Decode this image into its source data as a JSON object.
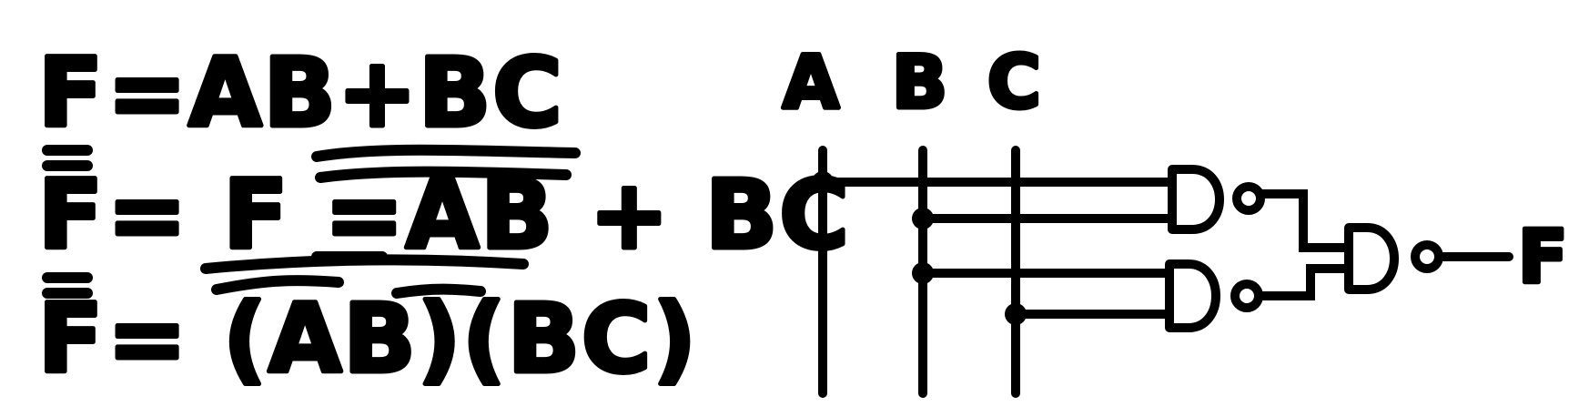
{
  "equations": {
    "line1": {
      "lhs": "F",
      "rhs": "=AB+BC"
    },
    "line2": {
      "lhs": "F",
      "rhs": "= F =AB + BC"
    },
    "line3": {
      "lhs": "F",
      "rhs": "= (AB)(BC)"
    }
  },
  "circuit": {
    "inputs": [
      "A",
      "B",
      "C"
    ],
    "output": "F",
    "gates": [
      "nand-gate-top",
      "nand-gate-bottom",
      "nand-gate-output"
    ]
  },
  "colors": {
    "ink": "#000000",
    "paper": "#ffffff"
  }
}
